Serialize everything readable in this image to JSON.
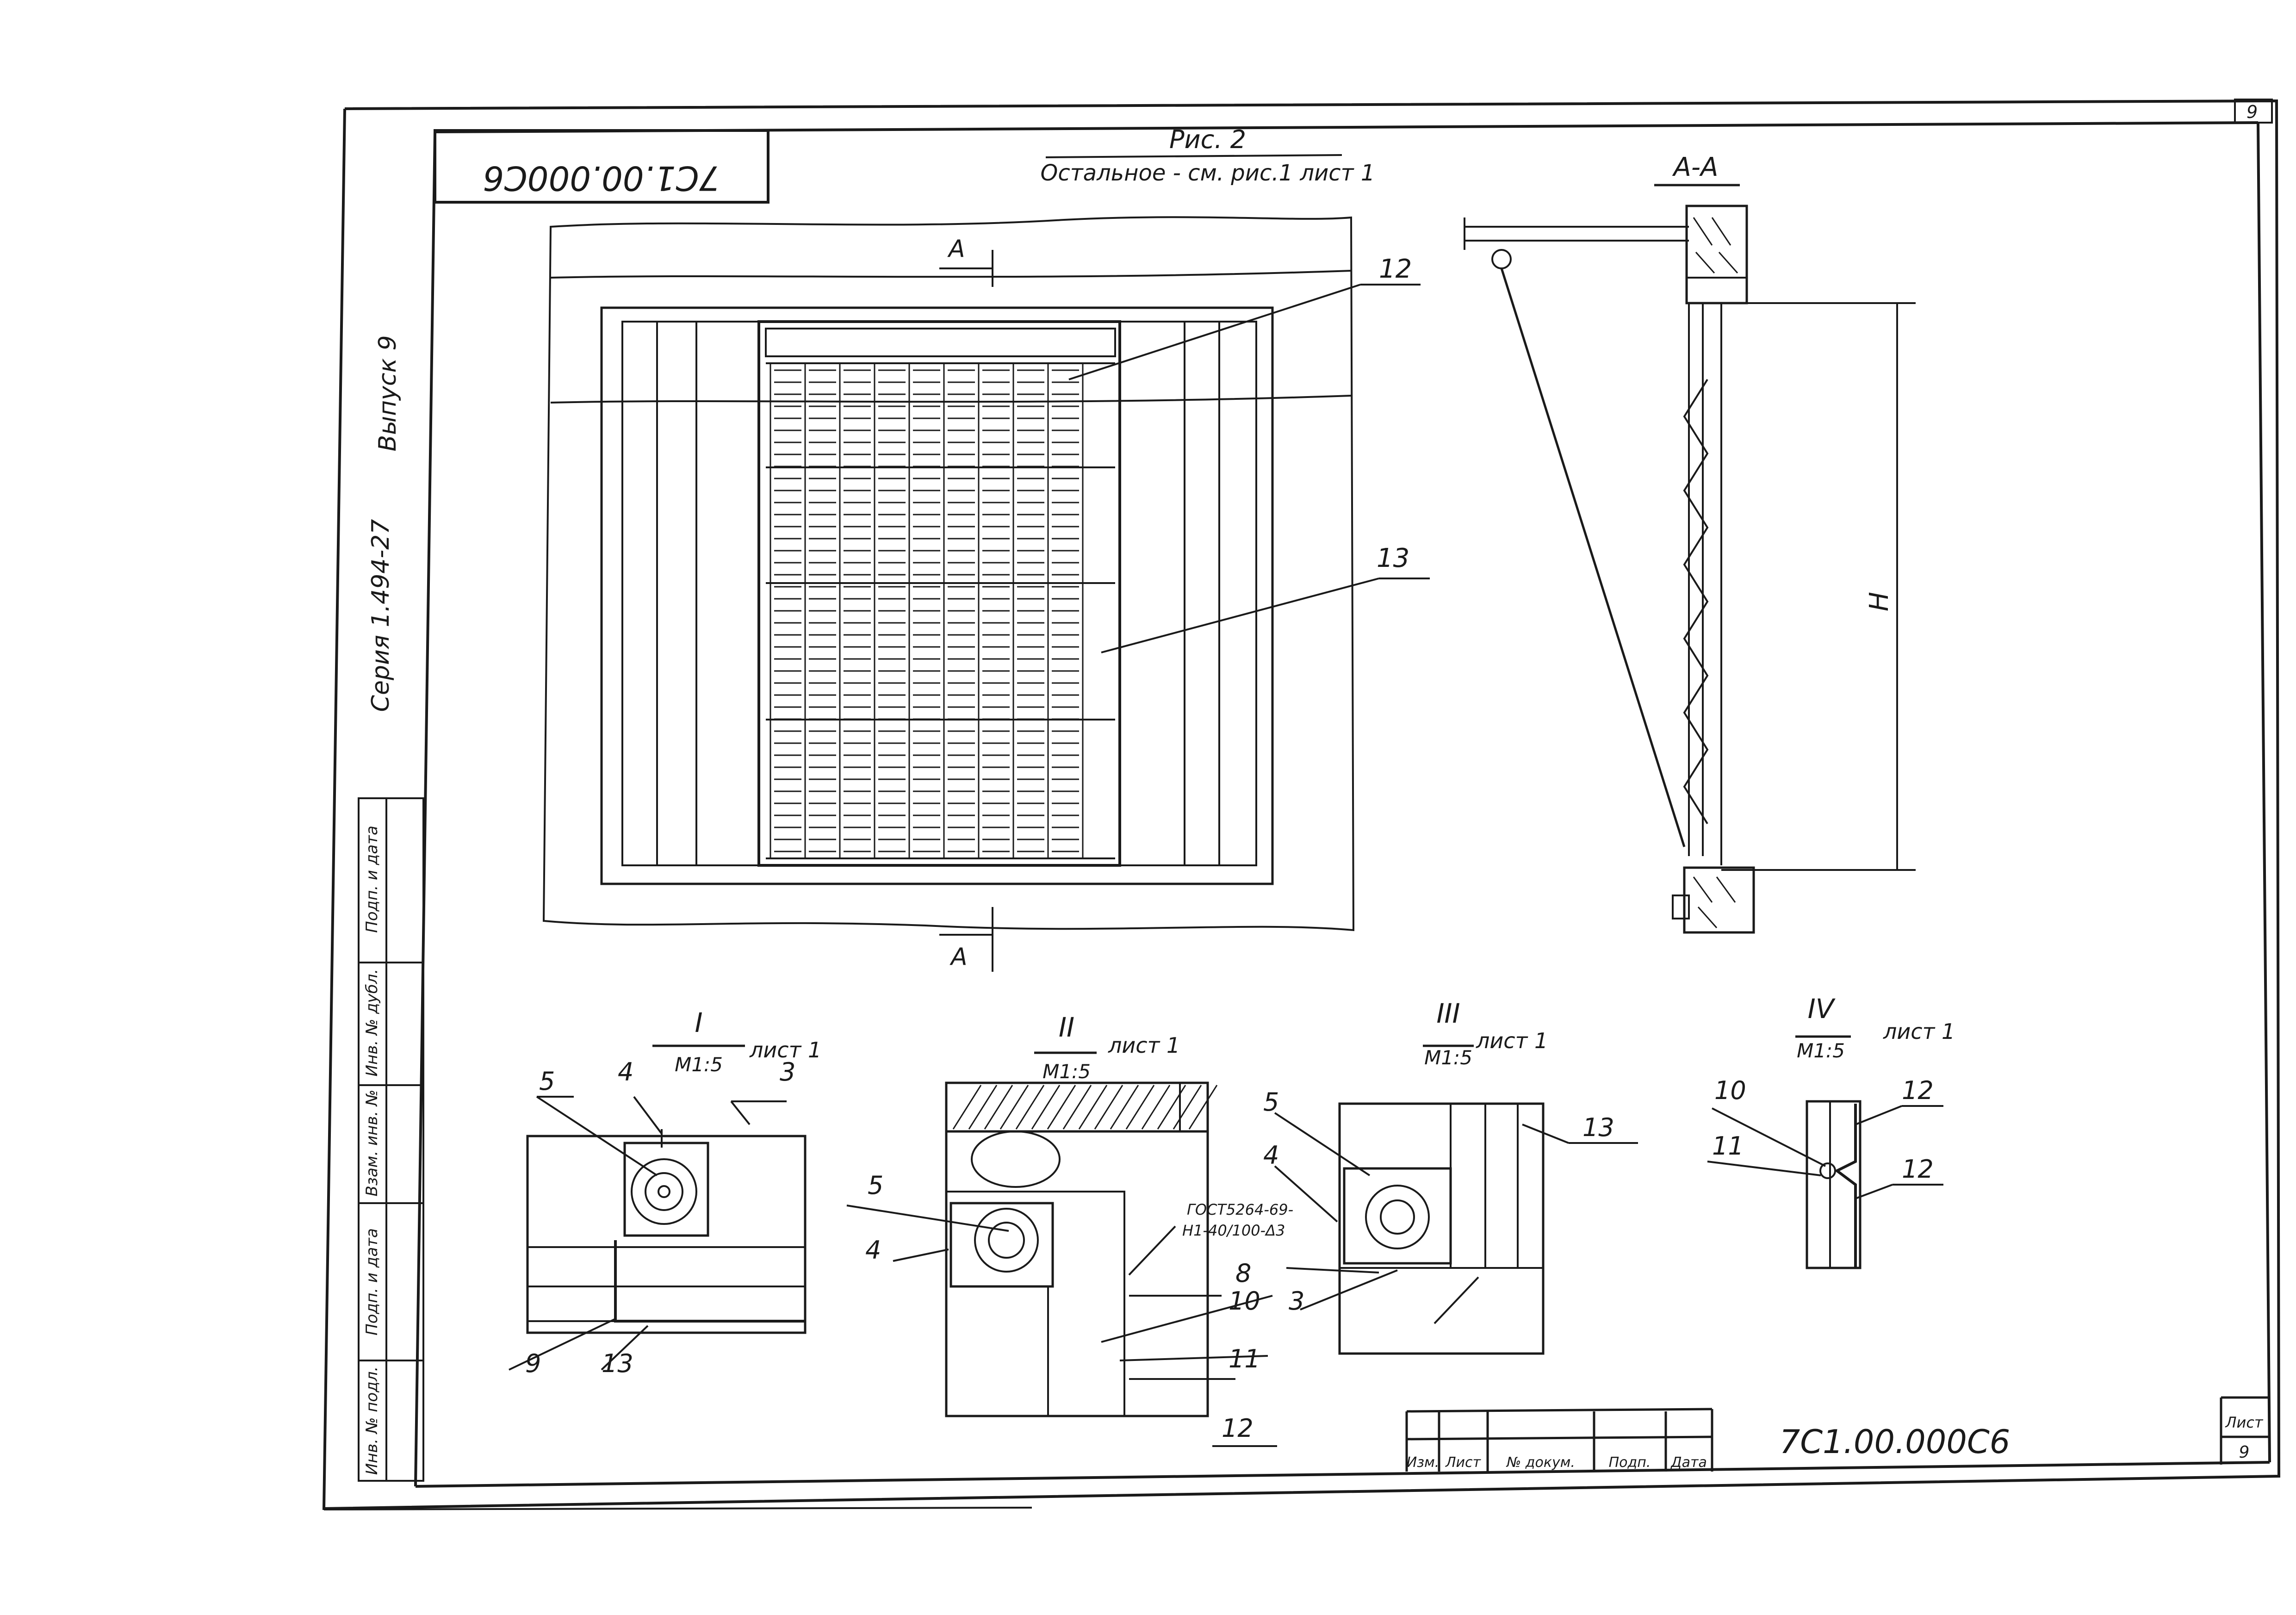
{
  "document": {
    "code": "7С1.00.000С6",
    "code_rotated": "7С1.00.000С6",
    "sheet_number": "9",
    "series_text": "Серия 1.494-27",
    "issue_text": "Выпуск 9",
    "figure_title": "Рис. 2",
    "figure_note": "Остальное - см. рис.1 лист 1",
    "section_label": "А-А",
    "cut_mark": "А",
    "height_label": "H"
  },
  "details": [
    {
      "numeral": "I",
      "scale": "М1:5",
      "sheet": "лист 1"
    },
    {
      "numeral": "II",
      "scale": "М1:5",
      "sheet": "лист 1"
    },
    {
      "numeral": "III",
      "scale": "М1:5",
      "sheet": "лист 1"
    },
    {
      "numeral": "IV",
      "scale": "М1:5",
      "sheet": "лист 1"
    }
  ],
  "callouts": {
    "c12": "12",
    "c13": "13",
    "d1_5": "5",
    "d1_4": "4",
    "d1_3": "3",
    "d1_9": "9",
    "d1_13": "13",
    "d2_5": "5",
    "d2_4": "4",
    "d2_8": "8",
    "d2_10": "10",
    "d2_11": "11",
    "d2_12": "12",
    "d2_gost1": "ГОСТ5264-69-",
    "d2_gost2": "Н1-40/100-Δ3",
    "d3_5": "5",
    "d3_4": "4",
    "d3_3": "3",
    "d3_13": "13",
    "d4_10": "10",
    "d4_11": "11",
    "d4_12a": "12",
    "d4_12b": "12"
  },
  "side_stamp": [
    "Инв. № подл.",
    "Подп. и дата",
    "Взам. инв. №",
    "Инв. № дубл.",
    "Подп. и дата"
  ],
  "title_block": {
    "headers": [
      "Изм.",
      "Лист",
      "№ докум.",
      "Подп.",
      "Дата"
    ],
    "sheet_label": "Лист",
    "sheet_value": "9"
  }
}
